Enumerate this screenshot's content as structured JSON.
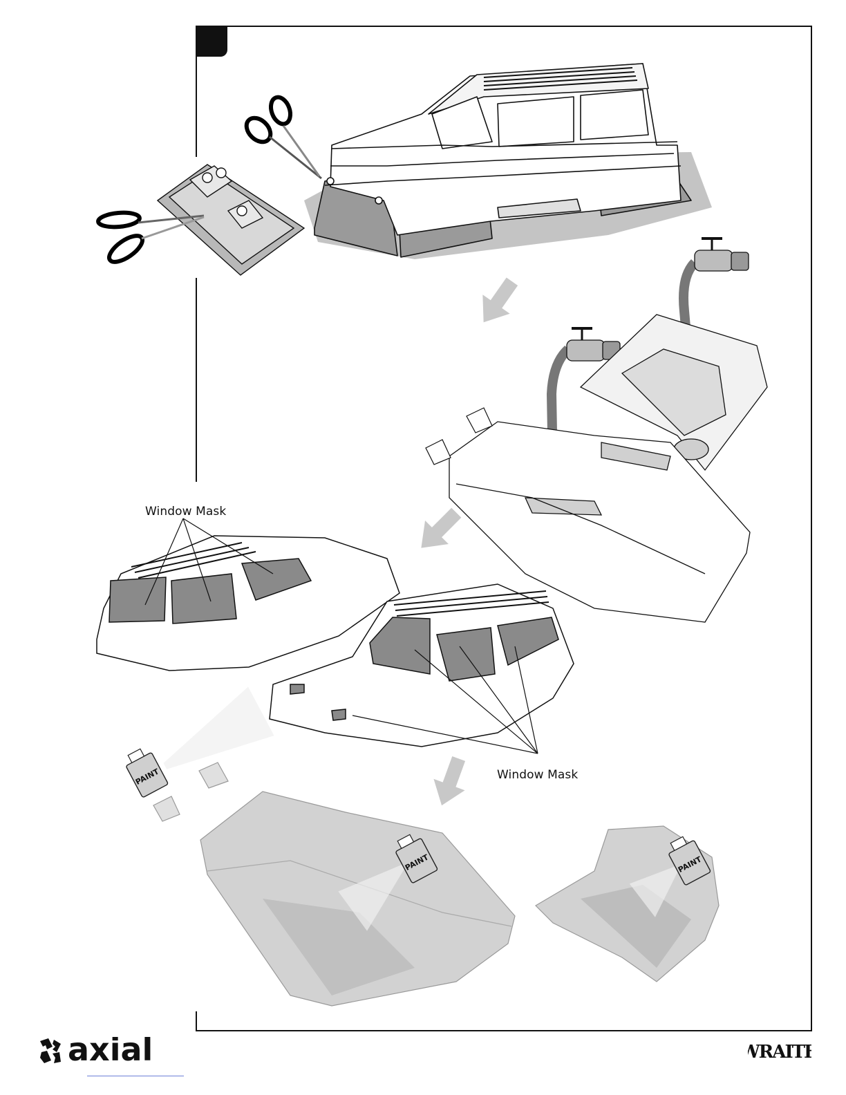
{
  "labels": {
    "window_mask_top": "Window Mask",
    "window_mask_bottom": "Window Mask"
  },
  "spray_can_text": "PAINT",
  "branding": {
    "left_logo": "axial",
    "right_logo": "WRAITH"
  },
  "colors": {
    "frame": "#111111",
    "arrow": "#c8c8c8",
    "mask_fill": "#8a8a8a",
    "shadow": "#c4c4c4",
    "body_grey": "#d2d2d2",
    "footer_rule": "#6b7fd7"
  },
  "icons": [
    "scissors-icon",
    "faucet-icon",
    "spray-can-icon",
    "arrow-down-icon"
  ]
}
